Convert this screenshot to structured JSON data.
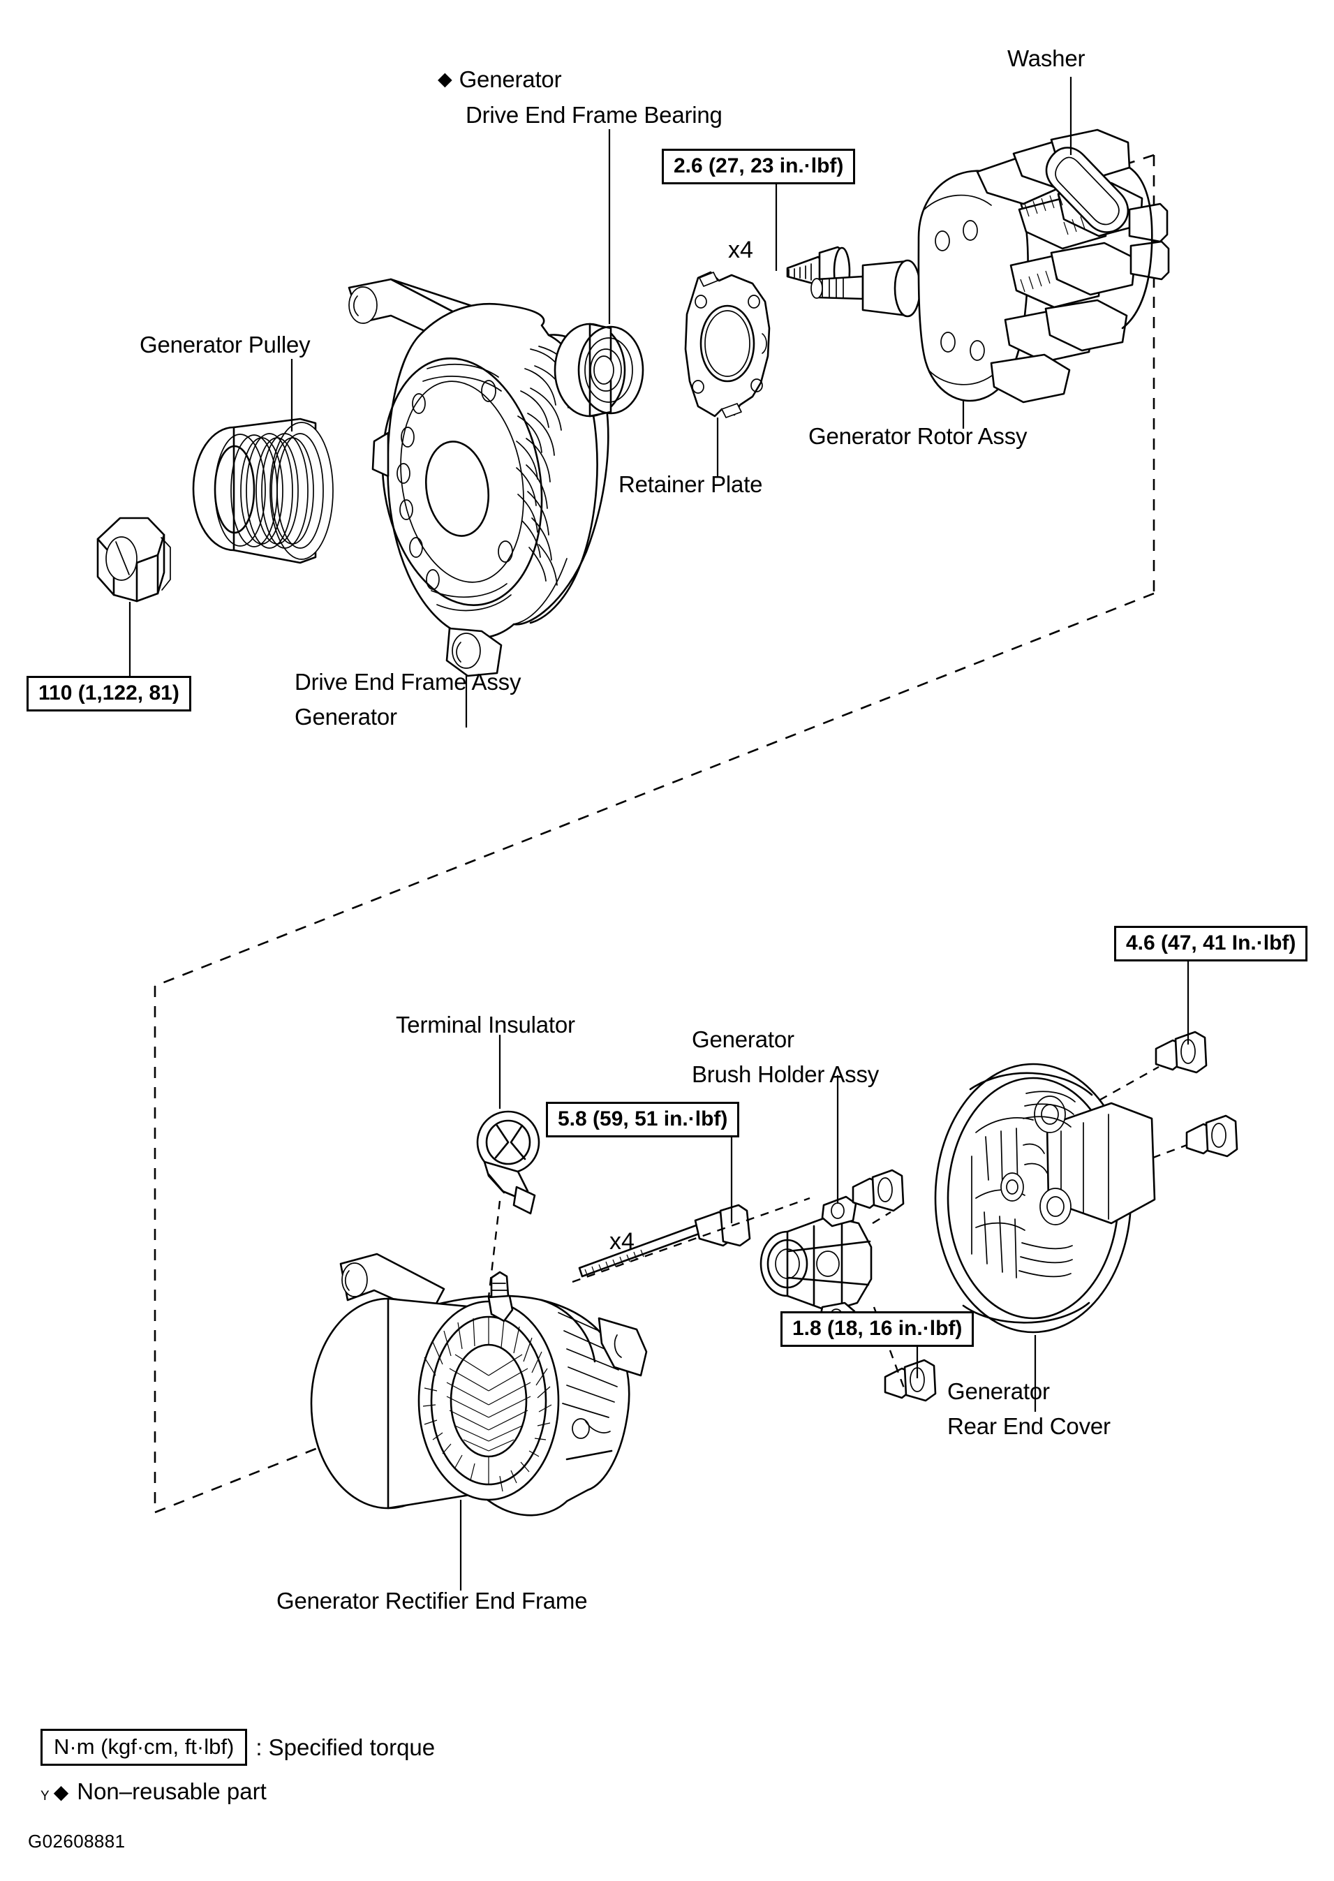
{
  "diagram": {
    "title": "Generator (Alternator) Exploded View",
    "doc_id": "G02608881"
  },
  "labels": {
    "generator_drive_end_frame_bearing_line1": "Generator",
    "generator_drive_end_frame_bearing_line2": "Drive End Frame Bearing",
    "washer": "Washer",
    "generator_pulley": "Generator Pulley",
    "generator_rotor_assy": "Generator Rotor Assy",
    "retainer_plate": "Retainer Plate",
    "drive_end_frame_assy_line1": "Drive End Frame Assy",
    "drive_end_frame_assy_line2": "Generator",
    "terminal_insulator": "Terminal Insulator",
    "generator_brush_holder_line1": "Generator",
    "generator_brush_holder_line2": "Brush Holder Assy",
    "generator_rear_end_cover_line1": "Generator",
    "generator_rear_end_cover_line2": "Rear End Cover",
    "generator_rectifier_end_frame": "Generator Rectifier End Frame"
  },
  "quantities": {
    "rotor_bolts": "x4",
    "through_bolts": "x4"
  },
  "torque_specs": [
    {
      "id": "rotor-bolt-torque",
      "value": "2.6 (27, 23 in.·lbf)"
    },
    {
      "id": "pulley-nut-torque",
      "value": "110 (1,122, 81)"
    },
    {
      "id": "rear-cover-nut-torque",
      "value": "4.6 (47, 41 In.·lbf)"
    },
    {
      "id": "through-bolt-torque",
      "value": "5.8 (59, 51 in.·lbf)"
    },
    {
      "id": "brush-holder-nut-torque",
      "value": "1.8 (18, 16 in.·lbf)"
    }
  ],
  "legend": {
    "torque_box": "N·m (kgf·cm, ft·lbf)",
    "torque_text": ": Specified torque",
    "nonreusable_marker": "Y",
    "nonreusable_text": "Non–reusable part"
  },
  "colors": {
    "ink": "#000000",
    "paper": "#ffffff"
  }
}
